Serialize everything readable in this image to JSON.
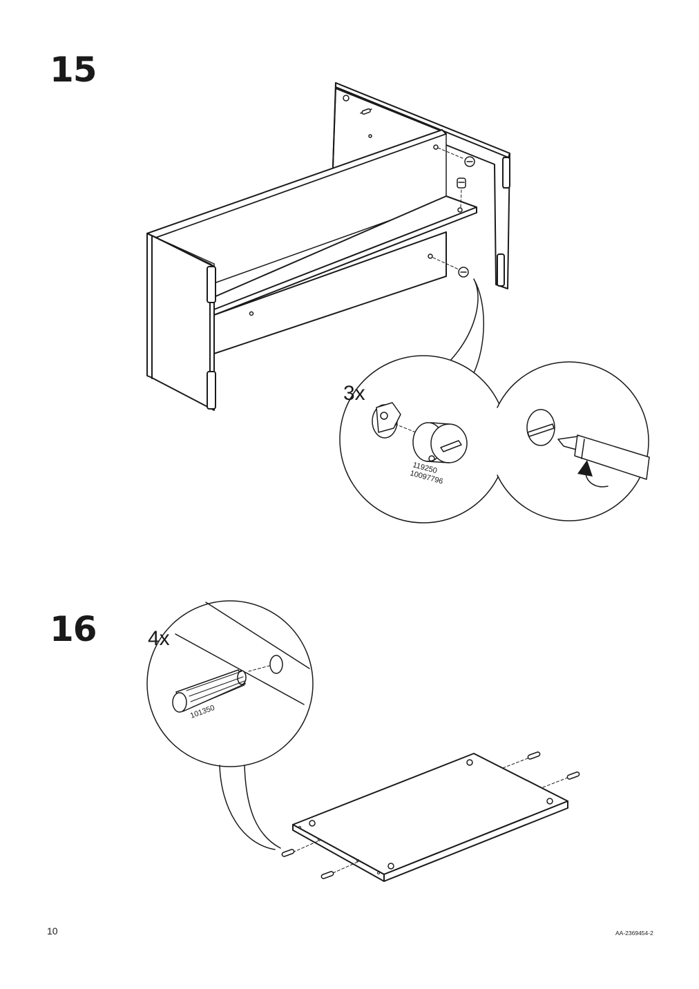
{
  "steps": [
    {
      "number": "15",
      "quantity": "3x",
      "part_numbers": [
        "119250",
        "10097796"
      ]
    },
    {
      "number": "16",
      "quantity": "4x",
      "part_numbers": [
        "101350"
      ]
    }
  ],
  "footer": {
    "page_number": "10",
    "document_code": "AA-2369454-2"
  }
}
